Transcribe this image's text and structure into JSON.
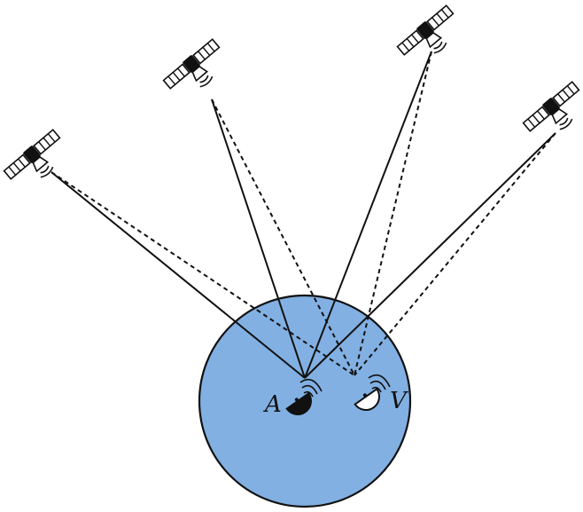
{
  "diagram": {
    "earth_color": "#82b0e3",
    "line_color": "#111111",
    "receivers": [
      {
        "id": "A",
        "label": "A",
        "dish_fill": "#111111",
        "icon": "satellite-dish-icon"
      },
      {
        "id": "V",
        "label": "V",
        "dish_fill": "#ffffff",
        "icon": "satellite-dish-icon"
      }
    ],
    "satellites": [
      {
        "id": "sat-1",
        "icon": "satellite-icon"
      },
      {
        "id": "sat-2",
        "icon": "satellite-icon"
      },
      {
        "id": "sat-3",
        "icon": "satellite-icon"
      },
      {
        "id": "sat-4",
        "icon": "satellite-icon"
      }
    ],
    "signal_paths": [
      {
        "from": "sat-1",
        "to": "A",
        "style": "solid"
      },
      {
        "from": "sat-2",
        "to": "A",
        "style": "solid"
      },
      {
        "from": "sat-3",
        "to": "A",
        "style": "solid"
      },
      {
        "from": "sat-4",
        "to": "A",
        "style": "solid"
      },
      {
        "from": "sat-1",
        "to": "V",
        "style": "dashed"
      },
      {
        "from": "sat-2",
        "to": "V",
        "style": "dashed"
      },
      {
        "from": "sat-3",
        "to": "V",
        "style": "dashed"
      },
      {
        "from": "sat-4",
        "to": "V",
        "style": "dashed"
      }
    ]
  }
}
